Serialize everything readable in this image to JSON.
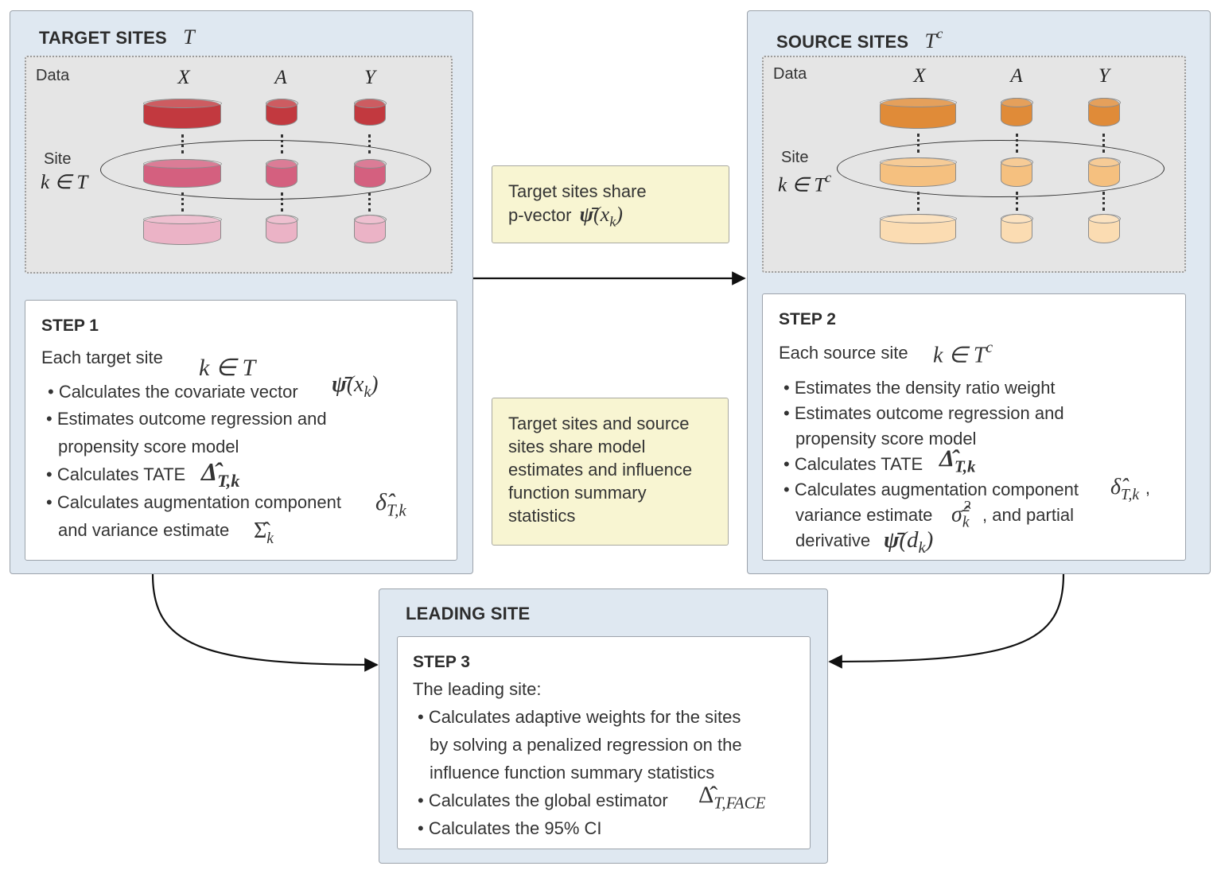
{
  "target_panel": {
    "title": "TARGET SITES",
    "title_symbol": "T",
    "data_label": "Data",
    "columns": [
      "X",
      "A",
      "Y"
    ],
    "site_label": "Site",
    "site_math": "k ∈ T",
    "colors": {
      "top": "#c2393f",
      "middle": "#d4607f",
      "bottom": "#ebb3c6"
    }
  },
  "source_panel": {
    "title": "SOURCE SITES",
    "title_symbol": "T",
    "title_sup": "c",
    "data_label": "Data",
    "columns": [
      "X",
      "A",
      "Y"
    ],
    "site_label": "Site",
    "site_math": "k ∈ T",
    "site_math_sup": "c",
    "colors": {
      "top": "#e08b38",
      "middle": "#f5c07f",
      "bottom": "#fbdcb2"
    }
  },
  "step1": {
    "title": "STEP 1",
    "intro": "Each target site",
    "intro_math": "k ∈ T",
    "bullets": [
      {
        "text": "Calculates the covariate vector",
        "math": "ψ̄",
        "math_arg": "(x",
        "math_sub": "k",
        "math_close": ")"
      },
      {
        "text": "Estimates outcome regression and",
        "cont": "propensity score model"
      },
      {
        "text": "Calculates TATE",
        "math": "Δ̂",
        "math_sub": "T,k"
      },
      {
        "text": "Calculates augmentation component",
        "math": "δ̂",
        "math_sub": "T,k",
        "cont": "and variance estimate",
        "cont_math": "Σ̂",
        "cont_math_sub": "k"
      }
    ]
  },
  "step2": {
    "title": "STEP 2",
    "intro": "Each source site",
    "intro_math": "k ∈ T",
    "intro_math_sup": "c",
    "bullets": [
      {
        "text": "Estimates the density ratio weight"
      },
      {
        "text": "Estimates outcome regression and",
        "cont": "propensity score model"
      },
      {
        "text": "Calculates TATE",
        "math": "Δ̂",
        "math_sub": "T,k"
      },
      {
        "text": "Calculates augmentation component",
        "math": "δ̂",
        "math_sub": "T,k",
        "after": ",",
        "cont": "variance estimate",
        "cont_math": "σ̂",
        "cont_math_sub": "k",
        "cont_math_sup": "2",
        "cont_after": ", and partial",
        "cont2": "derivative",
        "cont2_math": "ψ̄",
        "cont2_math_arg": "(d",
        "cont2_math_sub": "k",
        "cont2_math_close": ")"
      }
    ]
  },
  "note_top": {
    "lines": [
      "Target sites share",
      "p-vector"
    ],
    "math": "ψ̄",
    "math_arg": "(x",
    "math_sub": "k",
    "math_close": ")"
  },
  "note_bottom": {
    "lines": [
      "Target sites and source",
      "sites share model",
      "estimates and influence",
      "function summary",
      "statistics"
    ]
  },
  "leading_panel": {
    "title": "LEADING SITE"
  },
  "step3": {
    "title": "STEP 3",
    "intro": "The leading site:",
    "bullets": [
      {
        "lines": [
          "Calculates adaptive weights for the sites",
          "by solving a penalized regression on the",
          "influence function summary statistics"
        ]
      },
      {
        "text": "Calculates the global estimator",
        "math": "Δ̂",
        "math_sub": "T,FACE"
      },
      {
        "text": "Calculates the 95% CI"
      }
    ]
  }
}
